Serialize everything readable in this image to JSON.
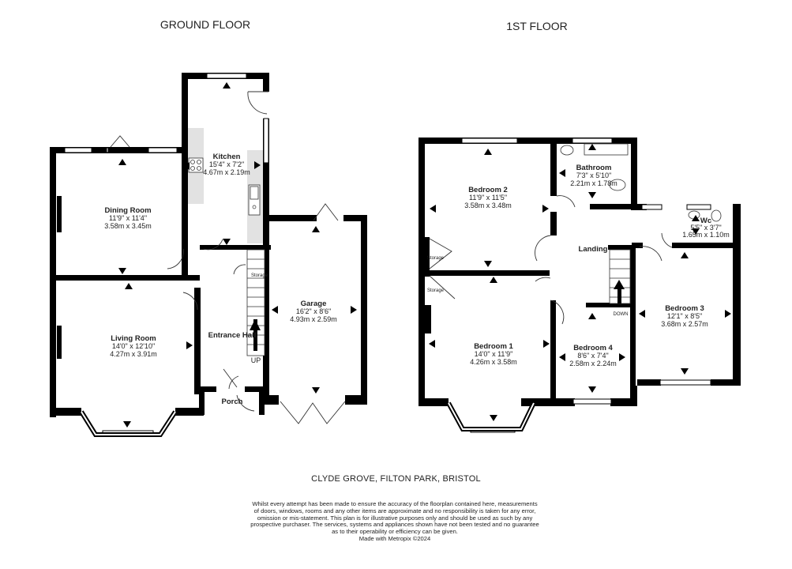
{
  "floors": {
    "ground_title": "GROUND FLOOR",
    "first_title": "1ST FLOOR"
  },
  "ground_rooms": {
    "kitchen": {
      "name": "Kitchen",
      "imperial": "15'4\" x 7'2\"",
      "metric": "4.67m x 2.19m"
    },
    "dining": {
      "name": "Dining Room",
      "imperial": "11'9\" x 11'4\"",
      "metric": "3.58m x 3.45m"
    },
    "garage": {
      "name": "Garage",
      "imperial": "16'2\" x 8'6\"",
      "metric": "4.93m x 2.59m"
    },
    "living": {
      "name": "Living Room",
      "imperial": "14'0\" x 12'10\"",
      "metric": "4.27m x 3.91m"
    },
    "hall": {
      "name": "Entrance Hall"
    },
    "porch": {
      "name": "Porch"
    },
    "storage": "Storage",
    "up": "UP"
  },
  "first_rooms": {
    "bed2": {
      "name": "Bedroom 2",
      "imperial": "11'9\" x 11'5\"",
      "metric": "3.58m x 3.48m"
    },
    "bath": {
      "name": "Bathroom",
      "imperial": "7'3\" x 5'10\"",
      "metric": "2.21m x 1.78m"
    },
    "wc": {
      "name": "Wc",
      "imperial": "5'5\" x 3'7\"",
      "metric": "1.65m x 1.10m"
    },
    "landing": {
      "name": "Landing"
    },
    "bed1": {
      "name": "Bedroom 1",
      "imperial": "14'0\" x 11'9\"",
      "metric": "4.26m x 3.58m"
    },
    "bed4": {
      "name": "Bedroom 4",
      "imperial": "8'6\" x 7'4\"",
      "metric": "2.58m x 2.24m"
    },
    "bed3": {
      "name": "Bedroom 3",
      "imperial": "12'1\" x 8'5\"",
      "metric": "3.68m x 2.57m"
    },
    "storage_a": "Storage",
    "storage_b": "Storage",
    "down": "DOWN"
  },
  "address": "CLYDE GROVE, FILTON PARK, BRISTOL",
  "disclaimer": [
    "Whilst every attempt has been made to ensure the accuracy of the floorplan contained here, measurements",
    "of doors, windows, rooms and any other items are approximate and no responsibility is taken for any error,",
    "omission or mis-statement. This plan is for illustrative purposes only and should be used as such by any",
    "prospective purchaser. The services, systems and appliances shown have not been tested and no guarantee",
    "as to their operability or efficiency can be given.",
    "Made with Metropix ©2024"
  ],
  "colors": {
    "wall": "#000000",
    "unit": "#e2e2e2",
    "window": "#ffffff"
  }
}
